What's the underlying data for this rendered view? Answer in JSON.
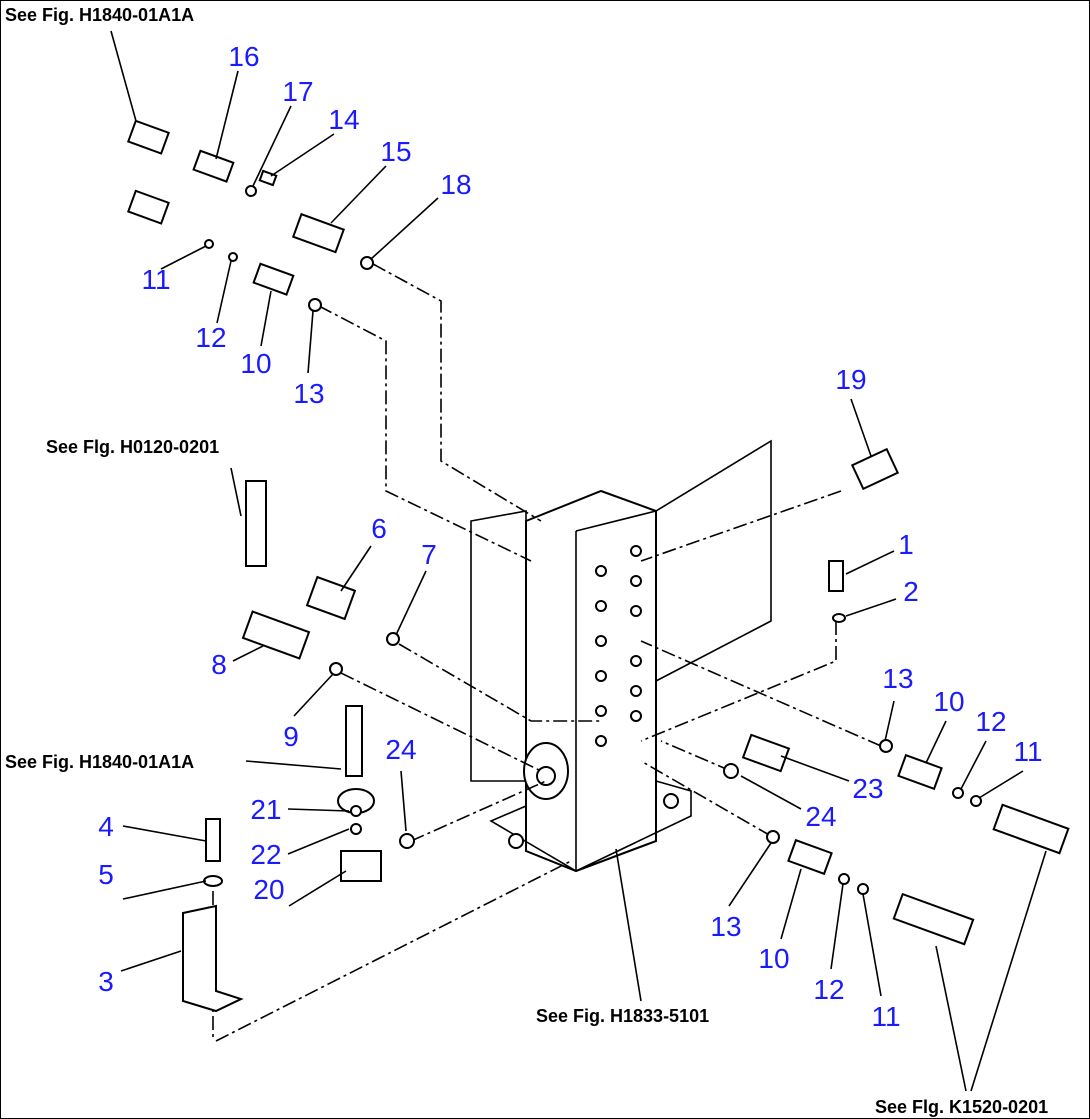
{
  "references": [
    {
      "id": "ref-top-left",
      "text": "See Fig. H1840-01A1A"
    },
    {
      "id": "ref-left-mid",
      "text": "See Flg. H0120-0201"
    },
    {
      "id": "ref-left-low",
      "text": "See Fig. H1840-01A1A"
    },
    {
      "id": "ref-bottom-center",
      "text": "See Fig. H1833-5101"
    },
    {
      "id": "ref-bottom-right",
      "text": "See Flg. K1520-0201"
    }
  ],
  "callouts": [
    "16",
    "17",
    "14",
    "15",
    "18",
    "11",
    "12",
    "10",
    "13",
    "19",
    "6",
    "7",
    "1",
    "2",
    "8",
    "9",
    "13",
    "10",
    "12",
    "11",
    "24",
    "23",
    "24",
    "4",
    "21",
    "22",
    "5",
    "20",
    "13",
    "10",
    "12",
    "11",
    "3"
  ],
  "colors": {
    "callout": "#1a1aff",
    "line": "#000000"
  }
}
